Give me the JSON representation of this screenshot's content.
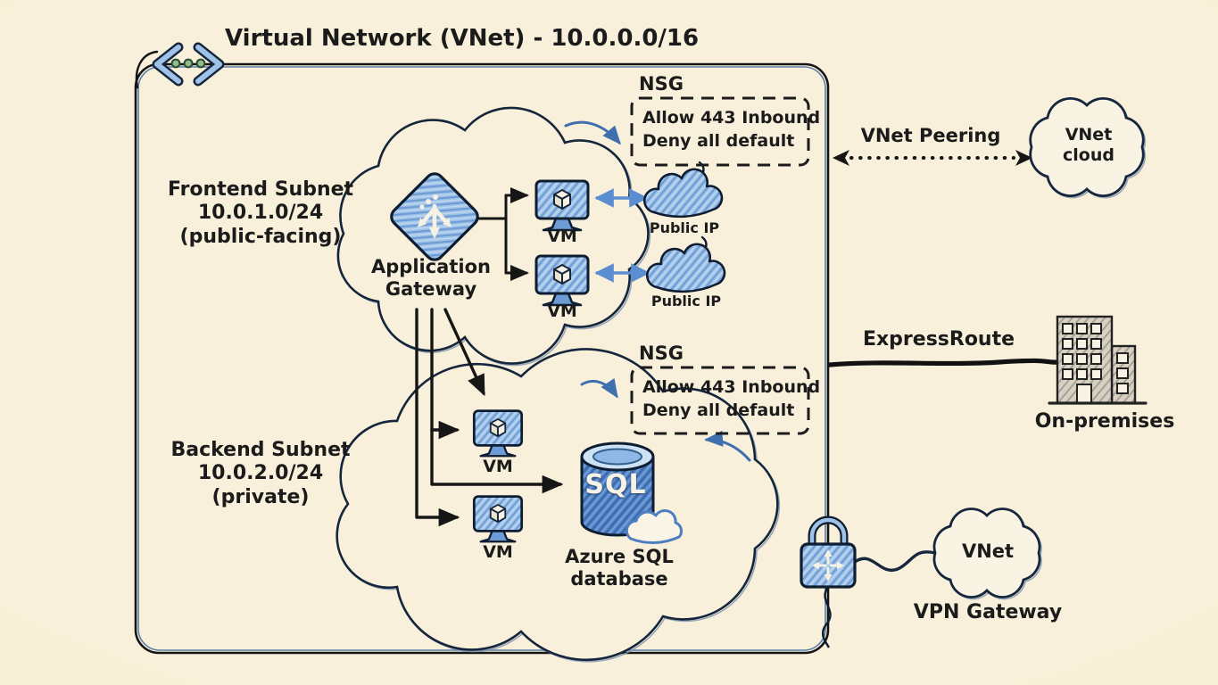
{
  "title": "Virtual Network (VNet) - 10.0.0.0/16",
  "colors": {
    "background": "#f6eed7",
    "ink": "#1b1b1b",
    "sketch_navy": "#16263c",
    "icon_blue": "#9ec2e8",
    "icon_blue_dark": "#5688cc",
    "arrow_blue": "#5b8ed0",
    "building_gray": "#d7d1c3",
    "dot_green": "#8fbe8b"
  },
  "frontend_subnet": {
    "name": "Frontend Subnet",
    "cidr": "10.0.1.0/24",
    "note": "(public-facing)"
  },
  "backend_subnet": {
    "name": "Backend Subnet",
    "cidr": "10.0.2.0/24",
    "note": "(private)"
  },
  "app_gateway": {
    "line1": "Application",
    "line2": "Gateway"
  },
  "vm_label": "VM",
  "public_ip_label": "Public IP",
  "nsg_frontend": {
    "title": "NSG",
    "rule1": "Allow 443 Inbound",
    "rule2": "Deny all default"
  },
  "nsg_backend": {
    "title": "NSG",
    "rule1": "Allow 443 Inbound",
    "rule2": "Deny all default"
  },
  "peering": {
    "label": "VNet Peering",
    "cloud_line1": "VNet",
    "cloud_line2": "cloud"
  },
  "expressroute": {
    "label": "ExpressRoute",
    "destination": "On-premises"
  },
  "sql": {
    "badge": "SQL",
    "label_line1": "Azure SQL",
    "label_line2": "database"
  },
  "vpn": {
    "cloud_label": "VNet",
    "label": "VPN Gateway"
  },
  "icons": {
    "vnet_icon": "angle-brackets-with-dots",
    "app_gateway_icon": "diamond-with-split-arrows",
    "vm_icon": "monitor-with-cube",
    "public_ip_icon": "small-cloud",
    "sql_icon": "database-cylinder",
    "on_premises_icon": "office-building",
    "vpn_gateway_icon": "padlock-with-arrows",
    "vnet_cloud_icon": "cloud"
  }
}
